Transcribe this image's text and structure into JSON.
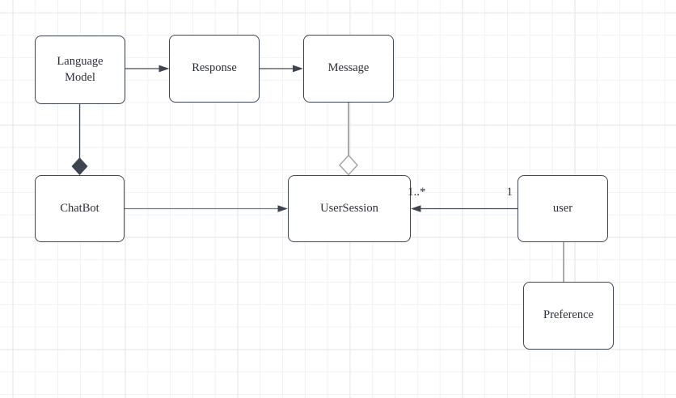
{
  "diagram": {
    "type": "uml-class-diagram"
  },
  "nodes": [
    {
      "id": "language-model",
      "label": "Language Model"
    },
    {
      "id": "response",
      "label": "Response"
    },
    {
      "id": "message",
      "label": "Message"
    },
    {
      "id": "chatbot",
      "label": "ChatBot"
    },
    {
      "id": "user-session",
      "label": "UserSession"
    },
    {
      "id": "user",
      "label": "user"
    },
    {
      "id": "preference",
      "label": "Preference"
    }
  ],
  "edges": [
    {
      "from": "Language Model",
      "to": "Response",
      "type": "directed-arrow"
    },
    {
      "from": "Response",
      "to": "Message",
      "type": "directed-arrow"
    },
    {
      "from": "Language Model",
      "to": "ChatBot",
      "type": "composition",
      "diamond_at": "ChatBot"
    },
    {
      "from": "Message",
      "to": "UserSession",
      "type": "aggregation",
      "diamond_at": "UserSession"
    },
    {
      "from": "ChatBot",
      "to": "UserSession",
      "type": "directed-arrow"
    },
    {
      "from": "user",
      "to": "UserSession",
      "type": "directed-arrow",
      "source_multiplicity": "1",
      "target_multiplicity": "1..*"
    },
    {
      "from": "user",
      "to": "Preference",
      "type": "association-line"
    }
  ],
  "colors": {
    "node_fill": "#ffffff",
    "node_border": "#3e4450",
    "edge_dark": "#454b55",
    "edge_medium": "#70757c",
    "edge_light": "#a6aaae",
    "arrowhead_fill": "#3e4450",
    "grid_minor": "#f0f1f3",
    "grid_major": "#e2e4e6",
    "text": "#2b3038"
  }
}
